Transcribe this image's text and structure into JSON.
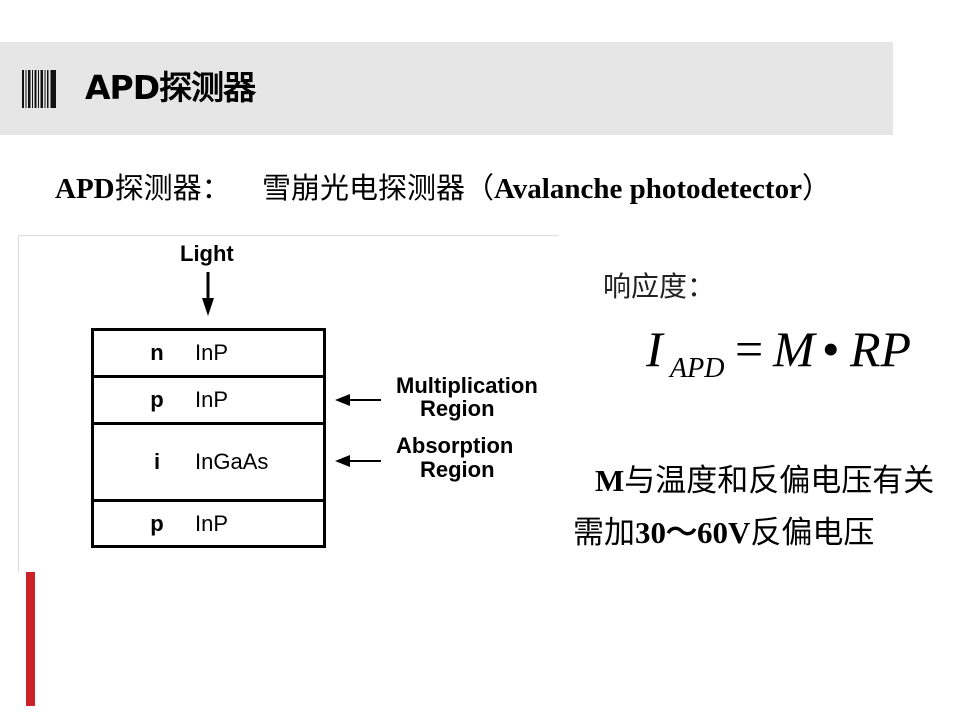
{
  "theme": {
    "header_bg": "#e6e6e6",
    "accent_bar": "#cc2229",
    "frame_line": "#dcdcdc",
    "text": "#000000"
  },
  "header": {
    "icon": "barcode-icon",
    "title": "APD探测器"
  },
  "subtitle": {
    "lead_latin": "APD",
    "lead_cjk": "探测器：",
    "text_cjk": "雪崩光电探测器（",
    "text_latin": "Avalanche photodetector",
    "text_close": "）"
  },
  "diagram": {
    "light_label": "Light",
    "layers": [
      {
        "type": "n",
        "material": "InP"
      },
      {
        "type": "p",
        "material": "InP"
      },
      {
        "type": "i",
        "material": "InGaAs"
      },
      {
        "type": "p",
        "material": "InP"
      }
    ],
    "annotations": [
      {
        "line1": "Multiplication",
        "line2": "Region"
      },
      {
        "line1": "Absorption",
        "line2": "Region"
      }
    ]
  },
  "responsivity": {
    "label": "响应度：",
    "formula": {
      "symbol": "I",
      "subscript": "APD",
      "equals": "=",
      "m": "M",
      "dot": "•",
      "rp": "RP"
    }
  },
  "notes": {
    "line1": {
      "symbol": "M",
      "text": "与温度和反偏电压有关"
    },
    "line2": {
      "prefix": "需加",
      "range": "30～60V",
      "suffix": "反偏电压"
    }
  }
}
